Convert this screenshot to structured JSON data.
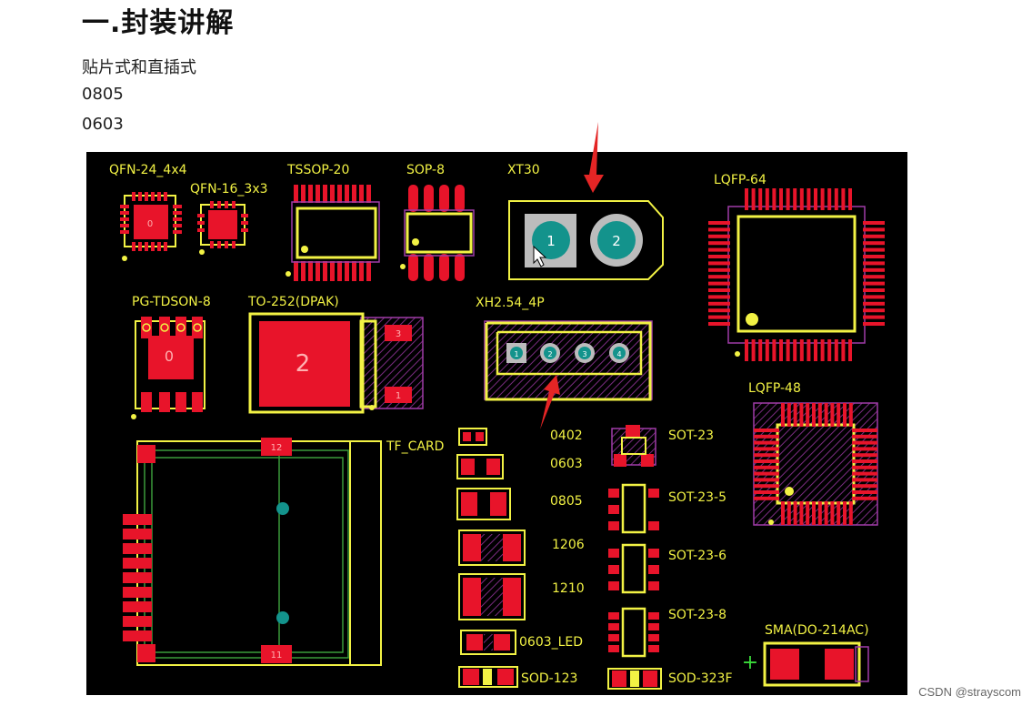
{
  "heading": "一.封装讲解",
  "lines": [
    "贴片式和直插式",
    "0805",
    "0603"
  ],
  "packages": {
    "qfn24": "QFN-24_4x4",
    "qfn16": "QFN-16_3x3",
    "tssop20": "TSSOP-20",
    "sop8": "SOP-8",
    "xt30": "XT30",
    "lqfp64": "LQFP-64",
    "pgtdson8": "PG-TDSON-8",
    "to252": "TO-252(DPAK)",
    "xh254": "XH2.54_4P",
    "lqfp48": "LQFP-48",
    "tfcard": "TF_CARD",
    "p0402": "0402",
    "p0603": "0603",
    "p0805": "0805",
    "p1206": "1206",
    "p1210": "1210",
    "p0603led": "0603_LED",
    "sod123": "SOD-123",
    "sot23": "SOT-23",
    "sot235": "SOT-23-5",
    "sot236": "SOT-23-6",
    "sot238": "SOT-23-8",
    "sod323f": "SOD-323F",
    "sma": "SMA(DO-214AC)"
  },
  "pads": {
    "pad0": "0",
    "pad1": "1",
    "pad2": "2",
    "pad3": "3",
    "pad4": "4",
    "pad11": "11",
    "pad12": "12"
  },
  "colors": {
    "pad": "#e8142a",
    "silk": "#f2f244",
    "outline": "#a03ca8",
    "courtyard": "#5a1f5e",
    "board": "#000000",
    "teal": "#13938c"
  },
  "watermark": "CSDN @strayscom"
}
